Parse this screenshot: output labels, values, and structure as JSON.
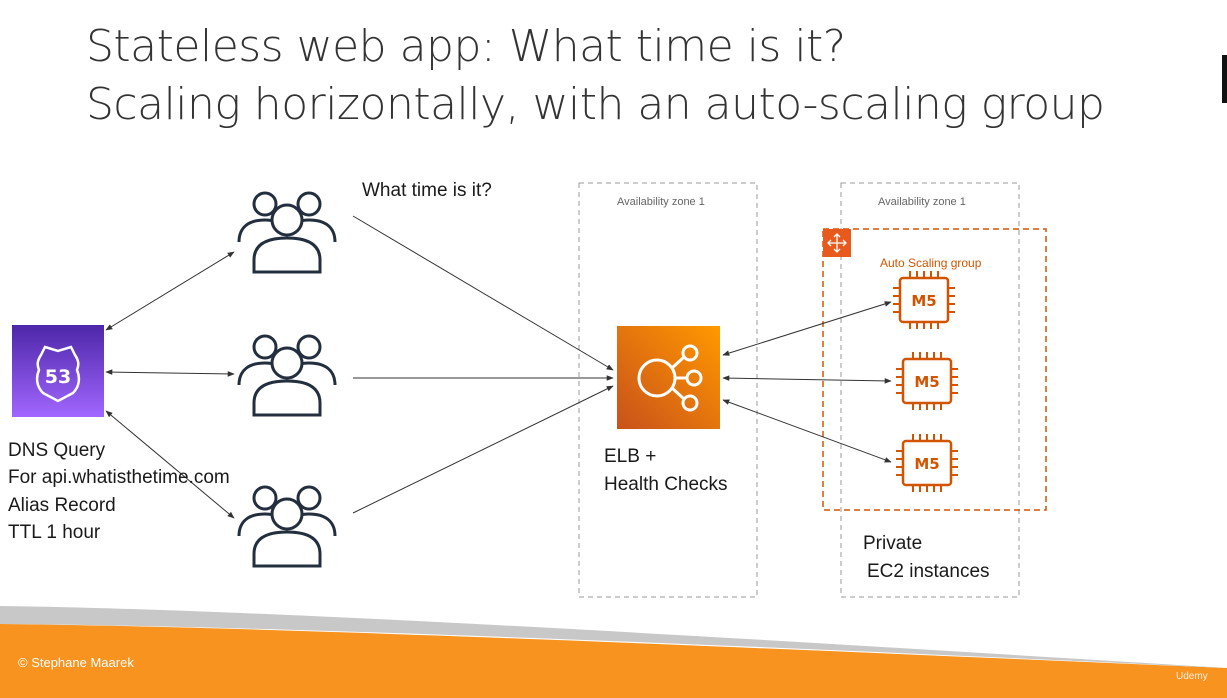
{
  "title": {
    "line1": "Stateless web app: What time is it?",
    "line2": "Scaling horizontally, with an auto-scaling group"
  },
  "users": {
    "question": "What time is it?"
  },
  "route53": {
    "icon_text": "53",
    "caption_lines": [
      "DNS Query",
      "For api.whatisthetime.com",
      "Alias Record",
      "TTL 1 hour"
    ]
  },
  "zones": [
    {
      "label": "Availability zone 1"
    },
    {
      "label": "Availability zone 1"
    }
  ],
  "elb": {
    "caption_lines": [
      "ELB +",
      "Health Checks"
    ]
  },
  "asg": {
    "label": "Auto Scaling group"
  },
  "instances": [
    {
      "type": "M5"
    },
    {
      "type": "M5"
    },
    {
      "type": "M5"
    }
  ],
  "private_caption": [
    "Private",
    "EC2 instances"
  ],
  "footer": {
    "copyright": "© Stephane Maarek",
    "watermark": "Udemy"
  },
  "colors": {
    "route53": "#6a3bc9",
    "elb": "#e8591e",
    "asg": "#d35400",
    "footer": "#f7931e"
  }
}
